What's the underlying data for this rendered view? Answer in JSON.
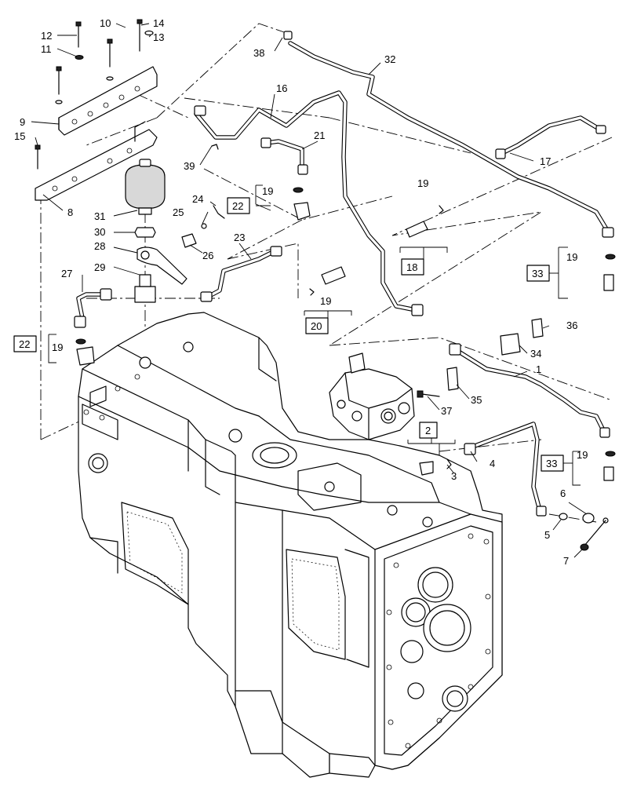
{
  "callouts": [
    {
      "id": "c1",
      "text": "1"
    },
    {
      "id": "c2",
      "text": "2"
    },
    {
      "id": "c3",
      "text": "3"
    },
    {
      "id": "c4",
      "text": "4"
    },
    {
      "id": "c5",
      "text": "5"
    },
    {
      "id": "c6",
      "text": "6"
    },
    {
      "id": "c7",
      "text": "7"
    },
    {
      "id": "c8",
      "text": "8"
    },
    {
      "id": "c9",
      "text": "9"
    },
    {
      "id": "c10",
      "text": "10"
    },
    {
      "id": "c11",
      "text": "11"
    },
    {
      "id": "c12",
      "text": "12"
    },
    {
      "id": "c13",
      "text": "13"
    },
    {
      "id": "c14",
      "text": "14"
    },
    {
      "id": "c15",
      "text": "15"
    },
    {
      "id": "c16",
      "text": "16"
    },
    {
      "id": "c17",
      "text": "17"
    },
    {
      "id": "c19a",
      "text": "19"
    },
    {
      "id": "c19b",
      "text": "19"
    },
    {
      "id": "c19c",
      "text": "19"
    },
    {
      "id": "c19d",
      "text": "19"
    },
    {
      "id": "c19e",
      "text": "19"
    },
    {
      "id": "c19f",
      "text": "19"
    },
    {
      "id": "c21",
      "text": "21"
    },
    {
      "id": "c23",
      "text": "23"
    },
    {
      "id": "c24",
      "text": "24"
    },
    {
      "id": "c25",
      "text": "25"
    },
    {
      "id": "c26",
      "text": "26"
    },
    {
      "id": "c27",
      "text": "27"
    },
    {
      "id": "c28",
      "text": "28"
    },
    {
      "id": "c29",
      "text": "29"
    },
    {
      "id": "c30",
      "text": "30"
    },
    {
      "id": "c31",
      "text": "31"
    },
    {
      "id": "c32",
      "text": "32"
    },
    {
      "id": "c34",
      "text": "34"
    },
    {
      "id": "c35",
      "text": "35"
    },
    {
      "id": "c36",
      "text": "36"
    },
    {
      "id": "c37",
      "text": "37"
    },
    {
      "id": "c38",
      "text": "38"
    },
    {
      "id": "c39",
      "text": "39"
    },
    {
      "id": "c19g",
      "text": "19"
    }
  ],
  "boxed_callouts": [
    {
      "id": "b22a",
      "text": "22"
    },
    {
      "id": "b22b",
      "text": "22"
    },
    {
      "id": "b18",
      "text": "18"
    },
    {
      "id": "b20",
      "text": "20"
    },
    {
      "id": "b33a",
      "text": "33"
    },
    {
      "id": "b33b",
      "text": "33"
    },
    {
      "id": "b2",
      "text": "2"
    }
  ]
}
